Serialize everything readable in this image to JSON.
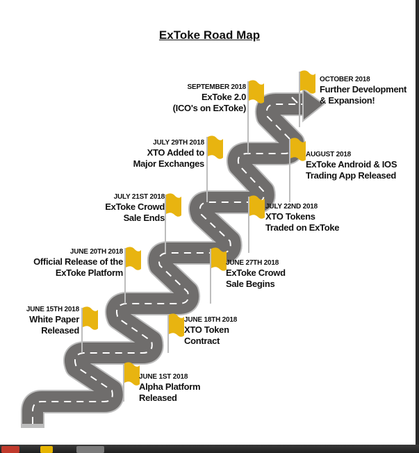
{
  "title": "ExToke Road Map",
  "flag_color": "#e8b410",
  "road_color": "#6f6d6c",
  "milestones": [
    {
      "date": "JUNE 1ST 2018",
      "lines": [
        "Alpha Platform",
        "Released"
      ]
    },
    {
      "date": "JUNE 15TH 2018",
      "lines": [
        "White Paper",
        "Released"
      ]
    },
    {
      "date": "JUNE 18TH 2018",
      "lines": [
        "XTO Token",
        "Contract"
      ]
    },
    {
      "date": "JUNE 20TH 2018",
      "lines": [
        "Official Release of the",
        "ExToke Platform"
      ]
    },
    {
      "date": "JUNE 27TH 2018",
      "lines": [
        "ExToke Crowd",
        "Sale Begins"
      ]
    },
    {
      "date": "JULY 21ST 2018",
      "lines": [
        "ExToke Crowd",
        "Sale Ends"
      ]
    },
    {
      "date": "JULY 22ND 2018",
      "lines": [
        "XTO Tokens",
        "Traded on ExToke"
      ]
    },
    {
      "date": "JULY 29TH 2018",
      "lines": [
        "XTO Added to",
        "Major Exchanges"
      ]
    },
    {
      "date": "AUGUST 2018",
      "lines": [
        "ExToke Android & IOS",
        "Trading App Released"
      ]
    },
    {
      "date": "SEPTEMBER 2018",
      "lines": [
        "ExToke 2.0",
        "(ICO's on ExToke)"
      ]
    },
    {
      "date": "OCTOBER 2018",
      "lines": [
        "Further Development",
        "& Expansion!"
      ]
    }
  ]
}
